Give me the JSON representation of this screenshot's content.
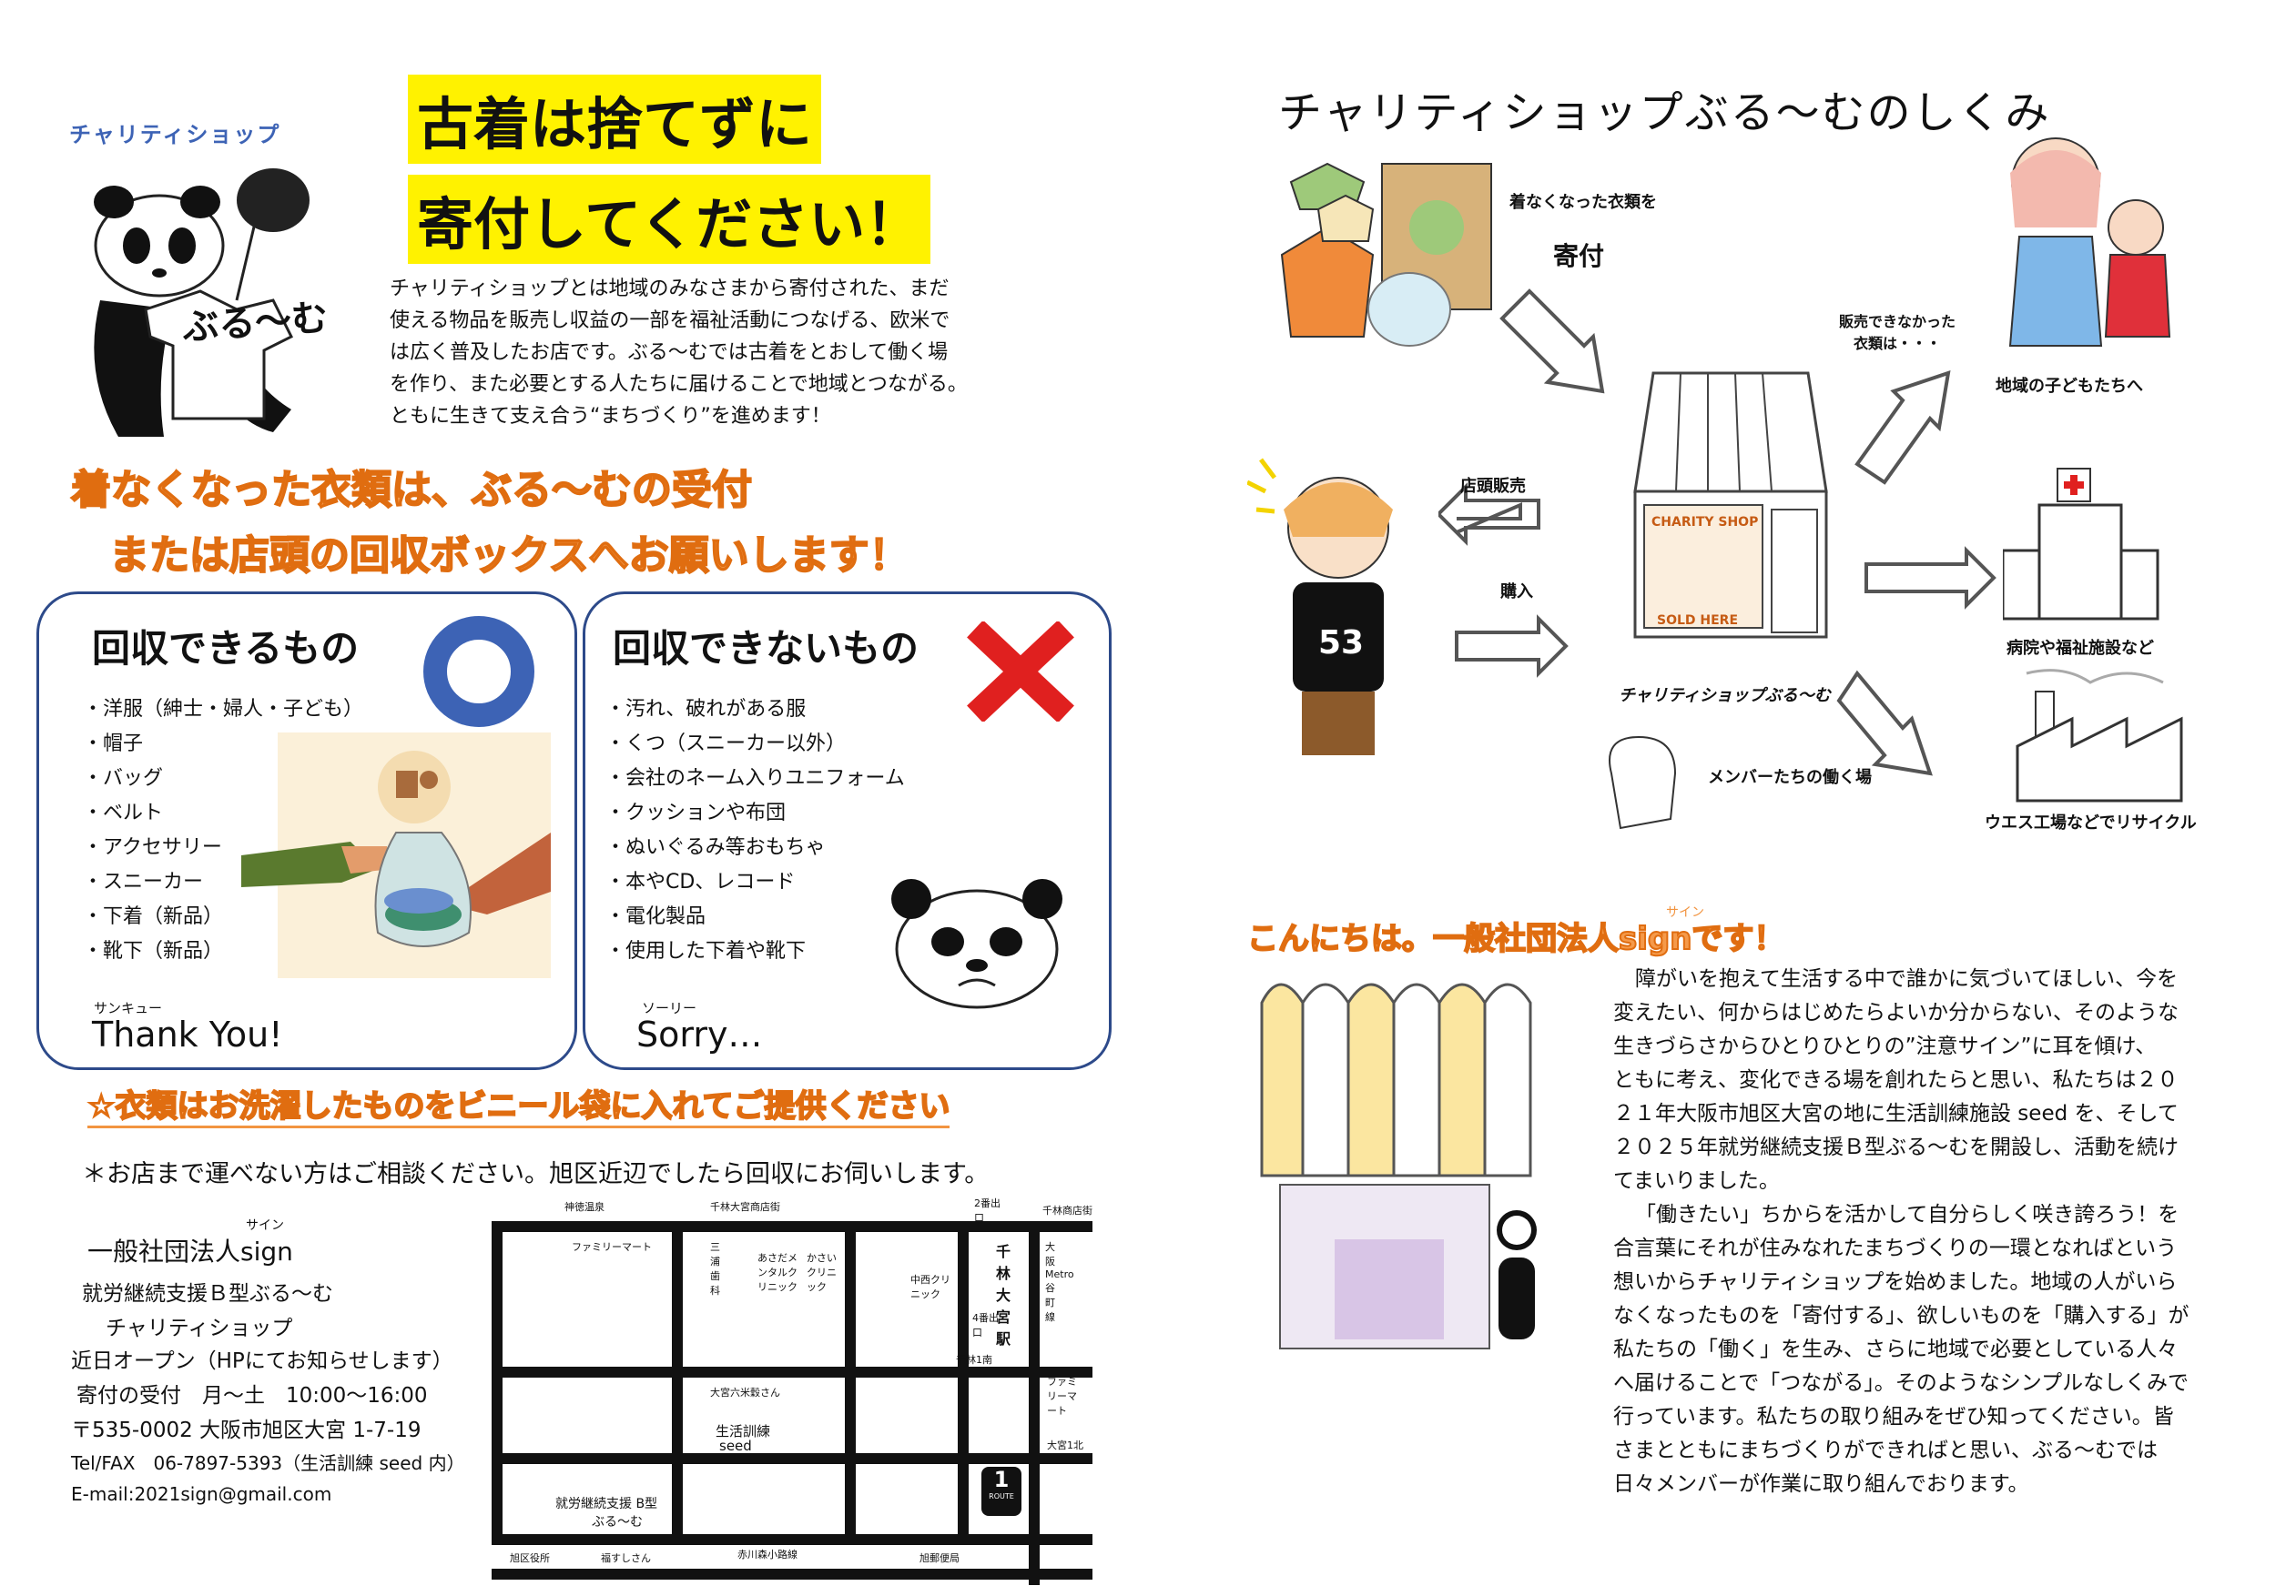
{
  "left": {
    "shop_tag": "チャリティショップ",
    "tshirt_text": "ぶる～む",
    "headline": [
      "古着は捨てずに",
      "寄付してください！"
    ],
    "intro": [
      "チャリティショップとは地域のみなさまから寄付された、まだ",
      "使える物品を販売し収益の一部を福祉活動につなげる、欧米で",
      "は広く普及したお店です。ぶる～むでは古着をとおして働く場",
      "を作り、また必要とする人たちに届けることで地域とつながる。",
      "ともに生きて支え合う“まちづくり”を進めます！"
    ],
    "request": [
      "着なくなった衣類は、ぶる～むの受付",
      "または店頭の回収ボックスへお願いします！"
    ],
    "ok_box": {
      "title": "回収できるもの",
      "items": [
        "洋服（紳士・婦人・子ども）",
        "帽子",
        "バッグ",
        "ベルト",
        "アクセサリー",
        "スニーカー",
        "下着（新品）",
        "靴下（新品）"
      ],
      "thanks_ruby": "サンキュー",
      "thanks": "Thank You!"
    },
    "ng_box": {
      "title": "回収できないもの",
      "items": [
        "汚れ、破れがある服",
        "くつ（スニーカー以外）",
        "会社のネーム入りユニフォーム",
        "クッションや布団",
        "ぬいぐるみ等おもちゃ",
        "本やCD、レコード",
        "電化製品",
        "使用した下着や靴下"
      ],
      "sorry_ruby": "ソーリー",
      "sorry": "Sorry…"
    },
    "wash_note": "☆衣類はお洗濯したものをビニール袋に入れてご提供ください",
    "pickup_note": "＊お店まで運べない方はご相談ください。旭区近辺でしたら回収にお伺いします。",
    "org": {
      "ruby": "サイン",
      "name": "一般社団法人sign",
      "lines": [
        "就労継続支援Ｂ型ぶる～む",
        "チャリティショップ",
        "近日オープン（HPにてお知らせします）",
        "寄付の受付　月～土　10:00～16:00",
        "〒535-0002 大阪市旭区大宮 1-7-19",
        "Tel/FAX　06-7897-5393（生活訓練 seed 内）",
        "E-mail:2021sign@gmail.com"
      ]
    },
    "map": {
      "labels": {
        "shintoku": "神徳温泉",
        "sembayashi_shotengai": "千林大宮商店街",
        "exit2": "2番出口",
        "sembayashi_shotengai2": "千林商店街",
        "familymart1": "ファミリーマート",
        "miura": "三浦歯科",
        "asada": "あさだメンタルクリニック",
        "kasai": "かさいクリニック",
        "nakanishi": "中西クリニック",
        "station": "千林大宮駅",
        "exit4": "4番出口",
        "metro": "大阪Metro 谷町線",
        "sembayashi1": "千林1南",
        "familymart2": "ファミリーマート",
        "omiya_rokubei": "大宮六米穀さん",
        "seed_name": "生活訓練",
        "seed": "seed",
        "omiya1": "大宮1北",
        "route": "1",
        "route_label": "ROUTE",
        "bloom1": "就労継続支援 B型",
        "bloom2": "ぶる～む",
        "akagawa": "赤川森小路線",
        "ward_office": "旭区役所",
        "fukushi": "福すしさん",
        "post": "旭郵便局"
      }
    }
  },
  "right": {
    "title": "チャリティショップぶる～むのしくみ",
    "donate_small": "着なくなった衣類を",
    "donate": "寄付",
    "unsold": [
      "販売できなかった",
      "衣類は・・・"
    ],
    "kids": "地域の子どもたちへ",
    "store_sales": "店頭販売",
    "buy": "購入",
    "shop_sign": "CHARITY SHOP",
    "sold_here": "SOLD HERE",
    "shop_name": "チャリティショップぶる～む",
    "member_work": "メンバーたちの働く場",
    "hospital": "病院や福祉施設など",
    "factory": "ウエス工場などでリサイクル",
    "jersey": "53",
    "greeting_ruby": "サイン",
    "greeting": "こんにちは。一般社団法人signです！",
    "body": [
      "障がいを抱えて生活する中で誰かに気づいてほしい、今を",
      "変えたい、何からはじめたらよいか分からない、そのような",
      "生きづらさからひとりひとりの”注意サイン”に耳を傾け、",
      "ともに考え、変化できる場を創れたらと思い、私たちは２０",
      "２１年大阪市旭区大宮の地に生活訓練施設 seed を、そして",
      "２０２５年就労継続支援Ｂ型ぶる～むを開設し、活動を続け",
      "てまいりました。",
      "「働きたい」ちからを活かして自分らしく咲き誇ろう！を",
      "合言葉にそれが住みなれたまちづくりの一環となればという",
      "想いからチャリティショップを始めました。地域の人がいら",
      "なくなったものを「寄付する」、欲しいものを「購入する」が",
      "私たちの「働く」を生み、さらに地域で必要としている人々",
      "へ届けることで「つながる」。そのようなシンプルなしくみで",
      "行っています。私たちの取り組みをぜひ知ってください。皆",
      "さまとともにまちづくりができればと思い、ぶる～むでは",
      "日々メンバーが作業に取り組んでおります。"
    ]
  },
  "colors": {
    "yellow": "#fff200",
    "orange": "#f29440",
    "blue": "#3d63b5",
    "red": "#e0201f",
    "navy": "#2d4a8a"
  }
}
